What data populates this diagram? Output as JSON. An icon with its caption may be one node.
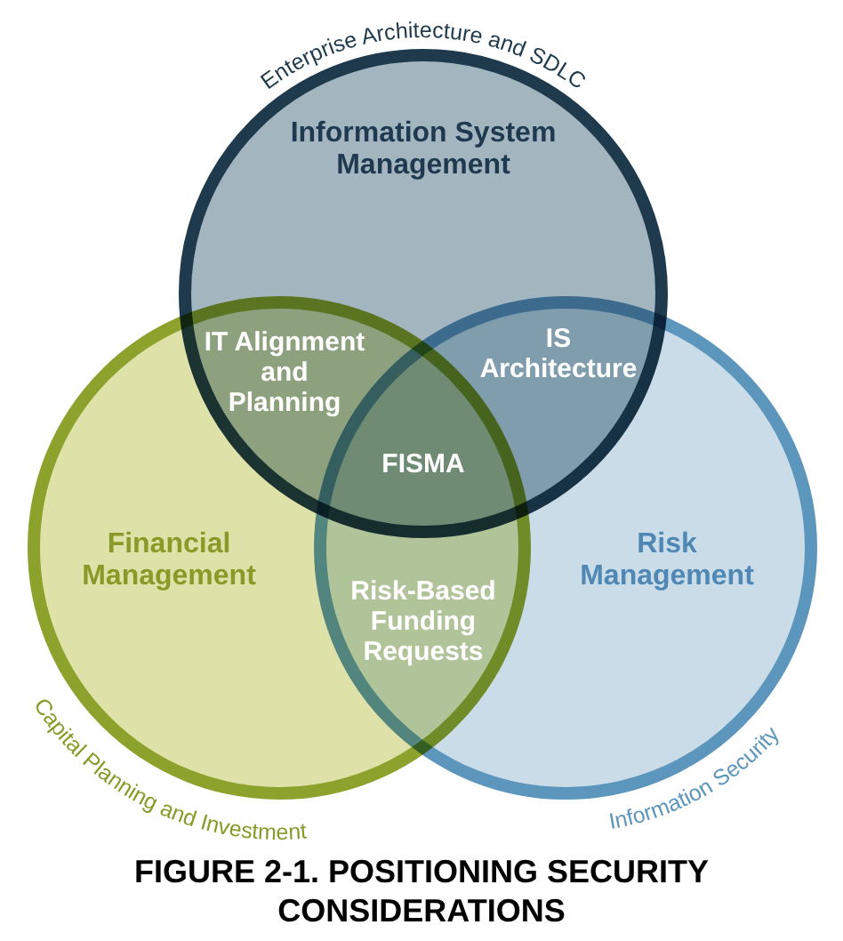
{
  "diagram": {
    "caption": "FIGURE 2-1. POSITIONING SECURITY CONSIDERATIONS",
    "nodes": [
      {
        "text": [
          "Information System Management"
        ],
        "beside": [
          "Enterprise Architecture and SDLC"
        ]
      },
      {
        "text": [
          "Financial Management"
        ],
        "beside": [
          "Capital Planning and Investment"
        ]
      },
      {
        "text": [
          "Risk Management"
        ],
        "beside": [
          "Information Security"
        ]
      }
    ],
    "edges": [],
    "labels": [
      "IT Alignment and Planning",
      "IS Architecture",
      "FISMA",
      "Risk-Based Funding Requests"
    ]
  }
}
